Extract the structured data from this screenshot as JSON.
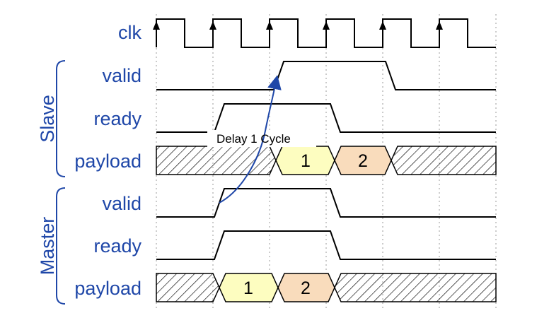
{
  "groups": {
    "slave": "Slave",
    "master": "Master"
  },
  "signals": {
    "clk": "clk",
    "slave_valid": "valid",
    "slave_ready": "ready",
    "slave_payload": "payload",
    "master_valid": "valid",
    "master_ready": "ready",
    "master_payload": "payload"
  },
  "payloads": {
    "slave": [
      "1",
      "2"
    ],
    "master": [
      "1",
      "2"
    ]
  },
  "annotation": "Delay 1 Cycle",
  "colors": {
    "label": "#1f47a8",
    "payload_1": "#fdfdc0",
    "payload_2": "#f9dcbc",
    "arrow": "#1f47a8"
  }
}
